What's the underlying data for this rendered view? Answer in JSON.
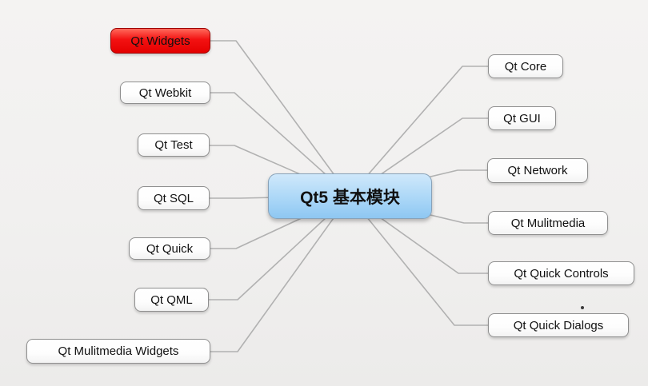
{
  "diagram": {
    "center": {
      "label": "Qt5 基本模块"
    },
    "left_nodes": [
      {
        "label": "Qt Widgets",
        "highlighted": true
      },
      {
        "label": "Qt Webkit",
        "highlighted": false
      },
      {
        "label": "Qt Test",
        "highlighted": false
      },
      {
        "label": "Qt SQL",
        "highlighted": false
      },
      {
        "label": "Qt Quick",
        "highlighted": false
      },
      {
        "label": "Qt QML",
        "highlighted": false
      },
      {
        "label": "Qt Mulitmedia Widgets",
        "highlighted": false
      }
    ],
    "right_nodes": [
      {
        "label": "Qt Core",
        "highlighted": false
      },
      {
        "label": "Qt GUI",
        "highlighted": false
      },
      {
        "label": "Qt Network",
        "highlighted": false
      },
      {
        "label": "Qt Mulitmedia",
        "highlighted": false
      },
      {
        "label": "Qt Quick Controls",
        "highlighted": false
      },
      {
        "label": "Qt Quick Dialogs",
        "highlighted": false
      }
    ],
    "colors": {
      "highlight_node": "#f31111",
      "center_node_top": "#cfe8fb",
      "center_node_bottom": "#8ec7f2",
      "plain_node": "#ffffff",
      "node_border": "#8f8f8f",
      "connector": "#b1b1b1",
      "background": "#f1f0ef"
    }
  }
}
